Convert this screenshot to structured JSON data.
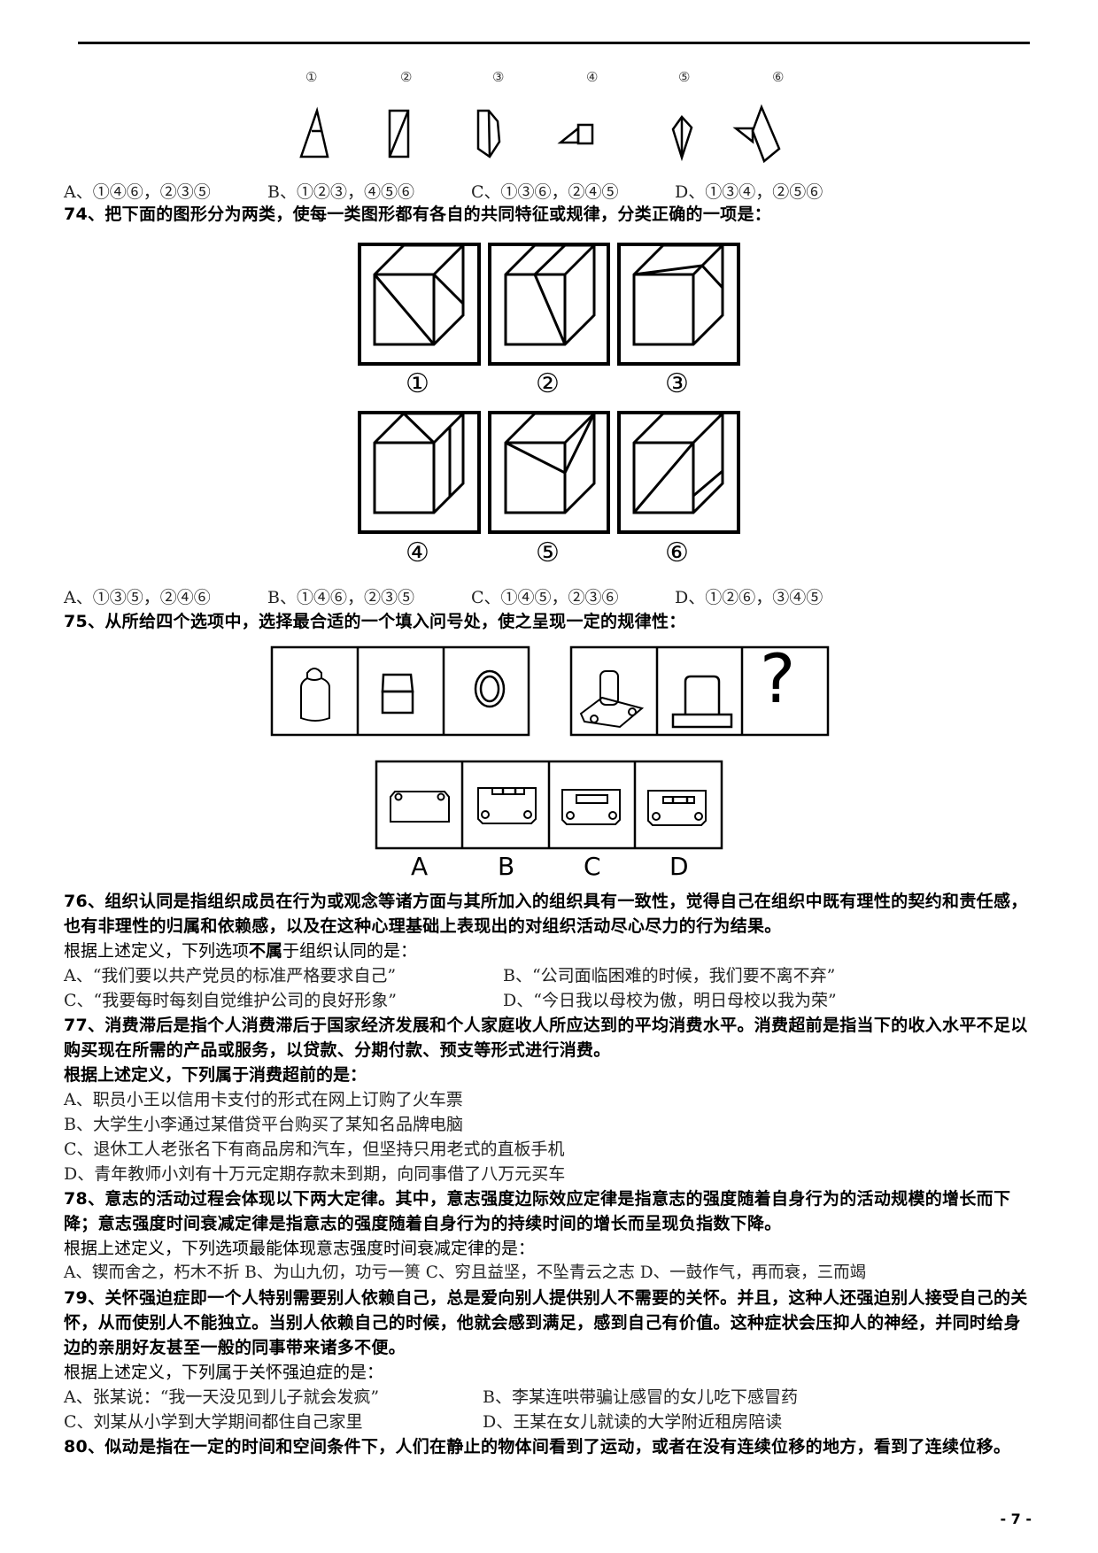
{
  "q73": {
    "figure_labels": [
      "①",
      "②",
      "③",
      "④",
      "⑤",
      "⑥"
    ],
    "options": [
      "A、①④⑥，②③⑤",
      "B、①②③，④⑤⑥",
      "C、①③⑥，②④⑤",
      "D、①③④，②⑤⑥"
    ]
  },
  "q74": {
    "number": "74、",
    "stem": "把下面的图形分为两类，使每一类图形都有各自的共同特征或规律，分类正确的一项是：",
    "figure_labels": [
      "①",
      "②",
      "③",
      "④",
      "⑤",
      "⑥"
    ],
    "options": [
      "A、①③⑤，②④⑥",
      "B、①④⑥，②③⑤",
      "C、①④⑤，②③⑥",
      "D、①②⑥，③④⑤"
    ]
  },
  "q75": {
    "number": "75、",
    "stem": "从所给四个选项中，选择最合适的一个填入问号处，使之呈现一定的规律性：",
    "question_mark": "?",
    "choice_letters": [
      "A",
      "B",
      "C",
      "D"
    ]
  },
  "q76": {
    "number": "76、",
    "stem": "组织认同是指组织成员在行为或观念等诸方面与其所加入的组织具有一致性，觉得自己在组织中既有理性的契约和责任感，也有非理性的归属和依赖感，以及在这种心理基础上表现出的对组织活动尽心尽力的行为结果。",
    "prompt_pre": "根据上述定义，下列选项",
    "prompt_bold": "不属",
    "prompt_post": "于组织认同的是：",
    "options": [
      "A、“我们要以共产党员的标准严格要求自己”",
      "B、“公司面临困难的时候，我们要不离不弃”",
      "C、“我要每时每刻自觉维护公司的良好形象”",
      "D、“今日我以母校为傲，明日母校以我为荣”"
    ]
  },
  "q77": {
    "number": "77、",
    "stem": "消费滞后是指个人消费滞后于国家经济发展和个人家庭收人所应达到的平均消费水平。消费超前是指当下的收入水平不足以购买现在所需的产品或服务，以贷款、分期付款、预支等形式进行消费。",
    "prompt": "根据上述定义，下列属于消费超前的是：",
    "options": [
      "A、职员小王以信用卡支付的形式在网上订购了火车票",
      "B、大学生小李通过某借贷平台购买了某知名品牌电脑",
      "C、退休工人老张名下有商品房和汽车，但坚持只用老式的直板手机",
      "D、青年教师小刘有十万元定期存款未到期，向同事借了八万元买车"
    ]
  },
  "q78": {
    "number": "78、",
    "stem": "意志的活动过程会体现以下两大定律。其中，意志强度边际效应定律是指意志的强度随着自身行为的活动规模的增长而下降；意志强度时间衰减定律是指意志的强度随着自身行为的持续时间的增长而呈现负指数下降。",
    "prompt": "根据上述定义，下列选项最能体现意志强度时间衰减定律的是：",
    "options_line": "A、锲而舍之，朽木不折   B、为山九仞，功亏一篑   C、穷且益坚，不坠青云之志   D、一鼓作气，再而衰，三而竭"
  },
  "q79": {
    "number": "79、",
    "stem": "关怀强迫症即一个人特别需要别人依赖自己，总是爱向别人提供别人不需要的关怀。并且，这种人还强迫别人接受自己的关怀，从而使别人不能独立。当别人依赖自己的时候，他就会感到满足，感到自己有价值。这种症状会压抑人的神经，并同时给身边的亲朋好友甚至一般的同事带来诸多不便。",
    "prompt": "根据上述定义，下列属于关怀强迫症的是：",
    "options": [
      "A、张某说：“我一天没见到儿子就会发疯”",
      "B、李某连哄带骗让感冒的女儿吃下感冒药",
      "C、刘某从小学到大学期间都住自己家里",
      "D、王某在女儿就读的大学附近租房陪读"
    ]
  },
  "q80": {
    "number": "80、",
    "stem": "似动是指在一定的时间和空间条件下，人们在静止的物体间看到了运动，或者在没有连续位移的地方，看到了连续位移。"
  },
  "page_number": "- 7 -"
}
